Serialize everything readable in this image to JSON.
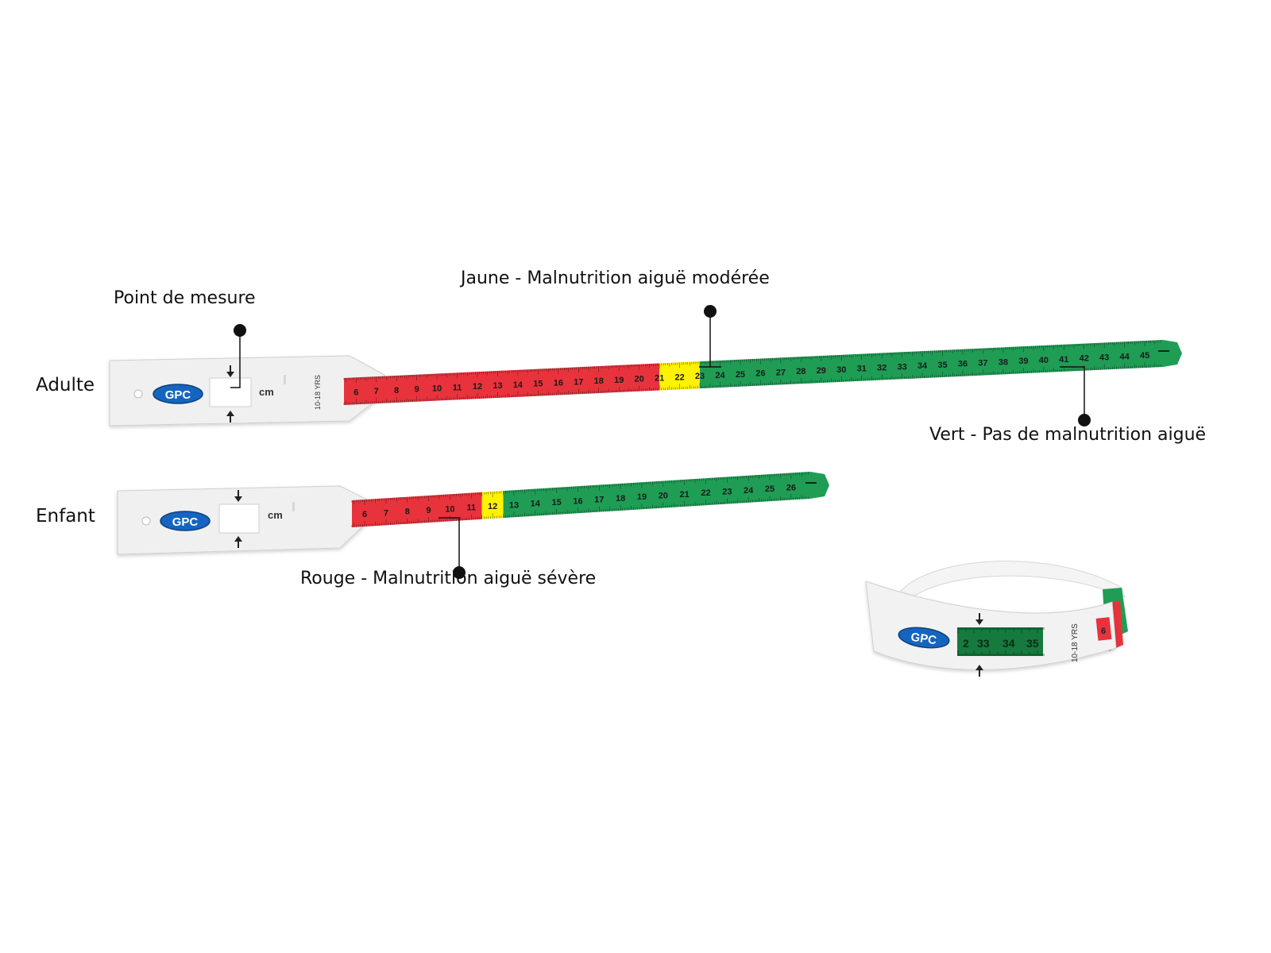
{
  "row_labels": {
    "adult": "Adulte",
    "child": "Enfant"
  },
  "callouts": {
    "measure_point": "Point de mesure",
    "yellow": "Jaune - Malnutrition aiguë modérée",
    "green": "Vert - Pas de malnutrition aiguë",
    "red": "Rouge - Malnutrition aiguë sévère"
  },
  "tape": {
    "brand": "GPC",
    "unit": "cm",
    "age_range": "10-18 YRS"
  },
  "adult_tape": {
    "ticks": [
      6,
      7,
      8,
      9,
      10,
      11,
      12,
      13,
      14,
      15,
      16,
      17,
      18,
      19,
      20,
      21,
      22,
      23,
      24,
      25,
      26,
      27,
      28,
      29,
      30,
      31,
      32,
      33,
      34,
      35,
      36,
      37,
      38,
      39,
      40,
      41,
      42,
      43,
      44,
      45
    ],
    "red_below": 21,
    "yellow_from": 21,
    "yellow_to": 23
  },
  "child_tape": {
    "ticks": [
      6,
      7,
      8,
      9,
      10,
      11,
      12,
      13,
      14,
      15,
      16,
      17,
      18,
      19,
      20,
      21,
      22,
      23,
      24,
      25,
      26
    ],
    "red_below": 11.5,
    "yellow_from": 11.5,
    "yellow_to": 12.5
  },
  "band_window": {
    "ticks": [
      "2",
      "33",
      "34",
      "35"
    ],
    "side_tick": "6"
  },
  "colors": {
    "red": "#e8333c",
    "yellow": "#fff200",
    "green": "#1f9d55",
    "dark_green": "#167a3e",
    "gpc_blue": "#1565c0",
    "card": "#f2f2f2"
  }
}
